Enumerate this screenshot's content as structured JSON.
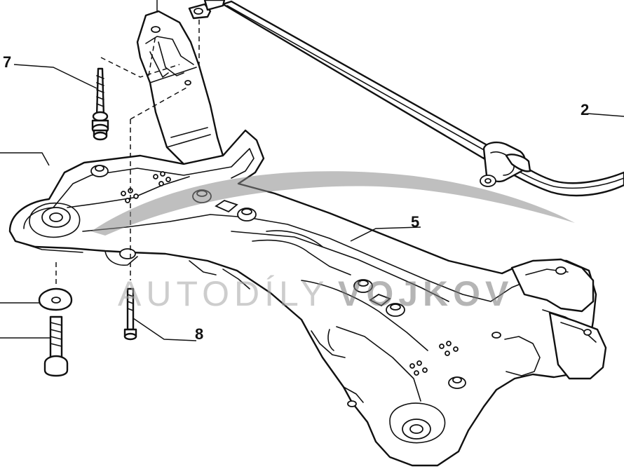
{
  "callouts": {
    "c2": "2",
    "c5": "5",
    "c7": "7",
    "c8": "8"
  },
  "watermark": {
    "text_light": "AUTODÍLY",
    "text_bold": "VOJKOV"
  },
  "colors": {
    "line": "#111111",
    "watermark": "#8a8a8a",
    "background": "#ffffff"
  }
}
